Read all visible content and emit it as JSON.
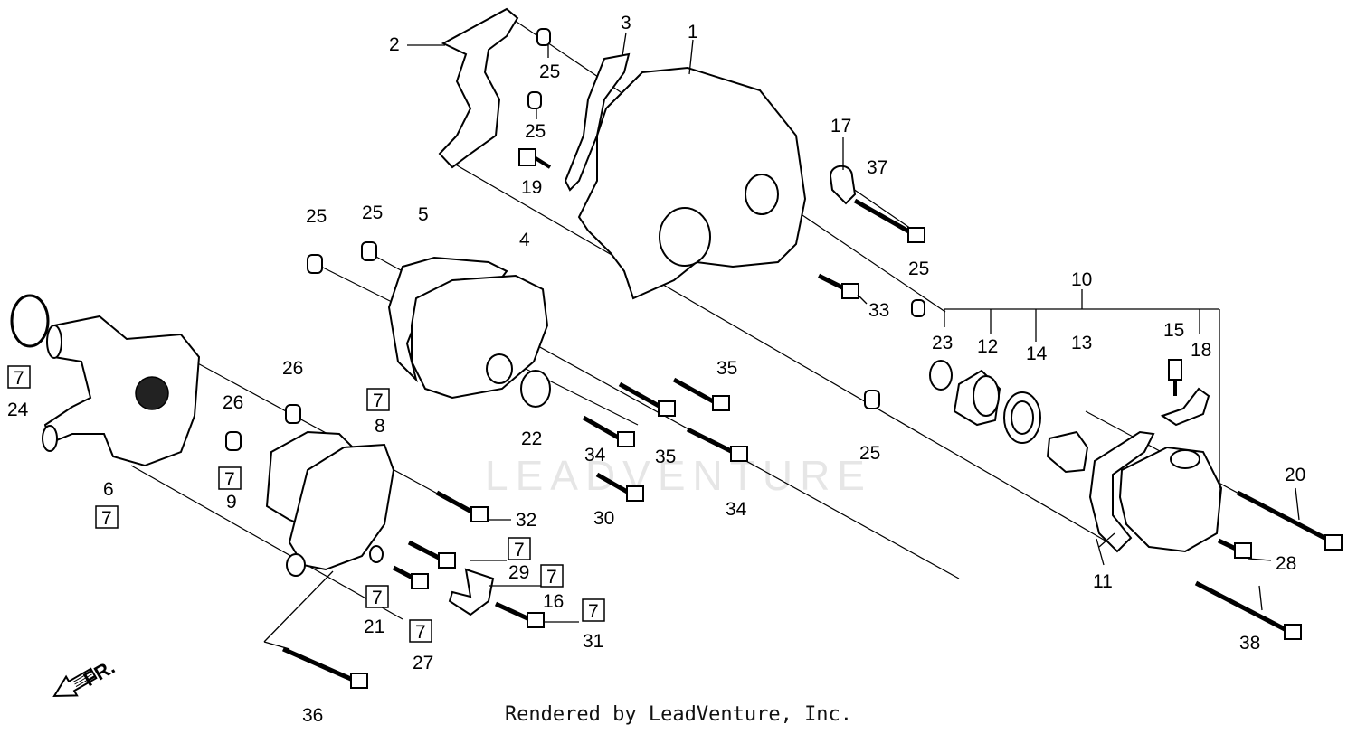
{
  "diagram": {
    "callouts": {
      "c1": "1",
      "c2": "2",
      "c3": "3",
      "c4": "4",
      "c5": "5",
      "c6": "6",
      "c8": "8",
      "c9": "9",
      "c10": "10",
      "c11": "11",
      "c12": "12",
      "c13": "13",
      "c14": "14",
      "c15": "15",
      "c16": "16",
      "c17": "17",
      "c18": "18",
      "c19": "19",
      "c20": "20",
      "c21": "21",
      "c22": "22",
      "c23": "23",
      "c24": "24",
      "c25a": "25",
      "c25b": "25",
      "c25c": "25",
      "c25d": "25",
      "c25e": "25",
      "c25f": "25",
      "c26a": "26",
      "c26b": "26",
      "c27": "27",
      "c28": "28",
      "c29": "29",
      "c30": "30",
      "c31": "31",
      "c32": "32",
      "c33": "33",
      "c34a": "34",
      "c34b": "34",
      "c35a": "35",
      "c35b": "35",
      "c36": "36",
      "c37": "37",
      "c38": "38"
    },
    "boxed_ref": "7",
    "direction_label": "FR."
  },
  "watermark": "LEADVENTURE",
  "footer": "Rendered by LeadVenture, Inc."
}
